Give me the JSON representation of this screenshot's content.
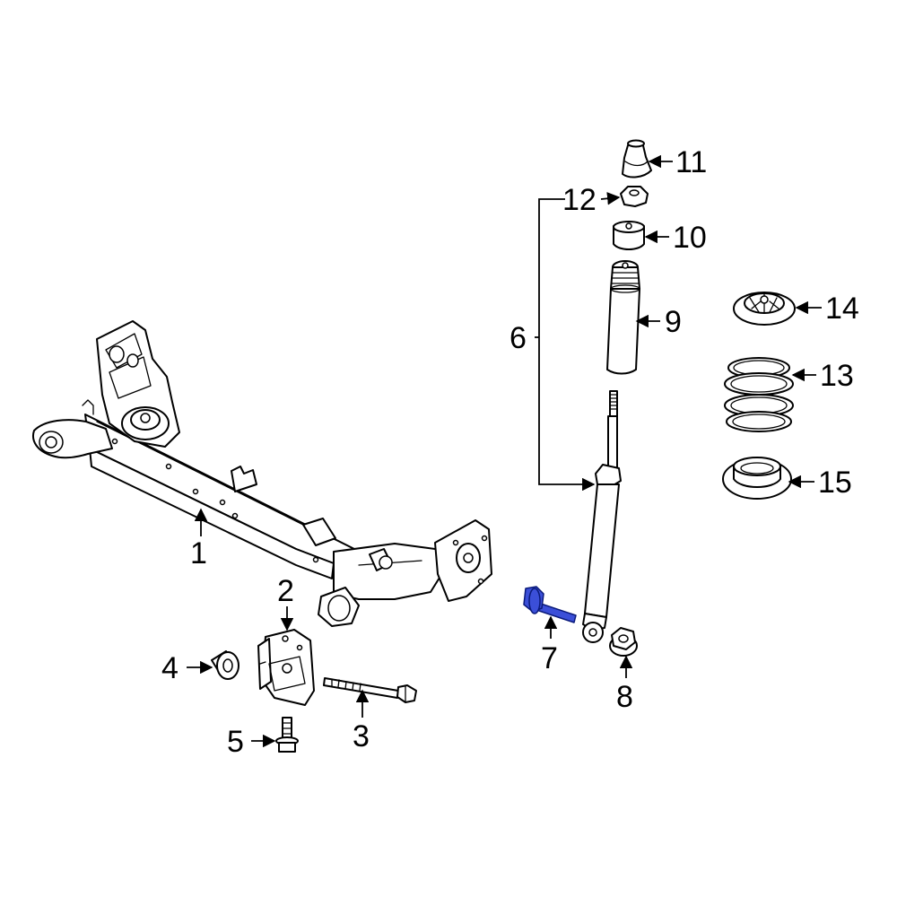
{
  "colors": {
    "line": "#000000",
    "background": "#ffffff",
    "highlight": "#3b4fd8",
    "highlight_dark": "#0a1a7a"
  },
  "highlighted_part": "7",
  "callouts": {
    "c1": "1",
    "c2": "2",
    "c3": "3",
    "c4": "4",
    "c5": "5",
    "c6": "6",
    "c7": "7",
    "c8": "8",
    "c9": "9",
    "c10": "10",
    "c11": "11",
    "c12": "12",
    "c13": "13",
    "c14": "14",
    "c15": "15"
  },
  "parts": [
    {
      "callout": "1",
      "part": "crossmember-axle-beam"
    },
    {
      "callout": "2",
      "part": "mounting-bracket"
    },
    {
      "callout": "3",
      "part": "long-bolt"
    },
    {
      "callout": "4",
      "part": "bushing-nut"
    },
    {
      "callout": "5",
      "part": "flange-bolt"
    },
    {
      "callout": "6",
      "part": "shock-absorber-assembly"
    },
    {
      "callout": "7",
      "part": "shock-mount-bolt"
    },
    {
      "callout": "8",
      "part": "flange-nut"
    },
    {
      "callout": "9",
      "part": "dust-boot"
    },
    {
      "callout": "10",
      "part": "bump-stop"
    },
    {
      "callout": "11",
      "part": "upper-cap"
    },
    {
      "callout": "12",
      "part": "lock-nut"
    },
    {
      "callout": "13",
      "part": "coil-spring"
    },
    {
      "callout": "14",
      "part": "upper-spring-seat"
    },
    {
      "callout": "15",
      "part": "lower-spring-insulator"
    }
  ]
}
